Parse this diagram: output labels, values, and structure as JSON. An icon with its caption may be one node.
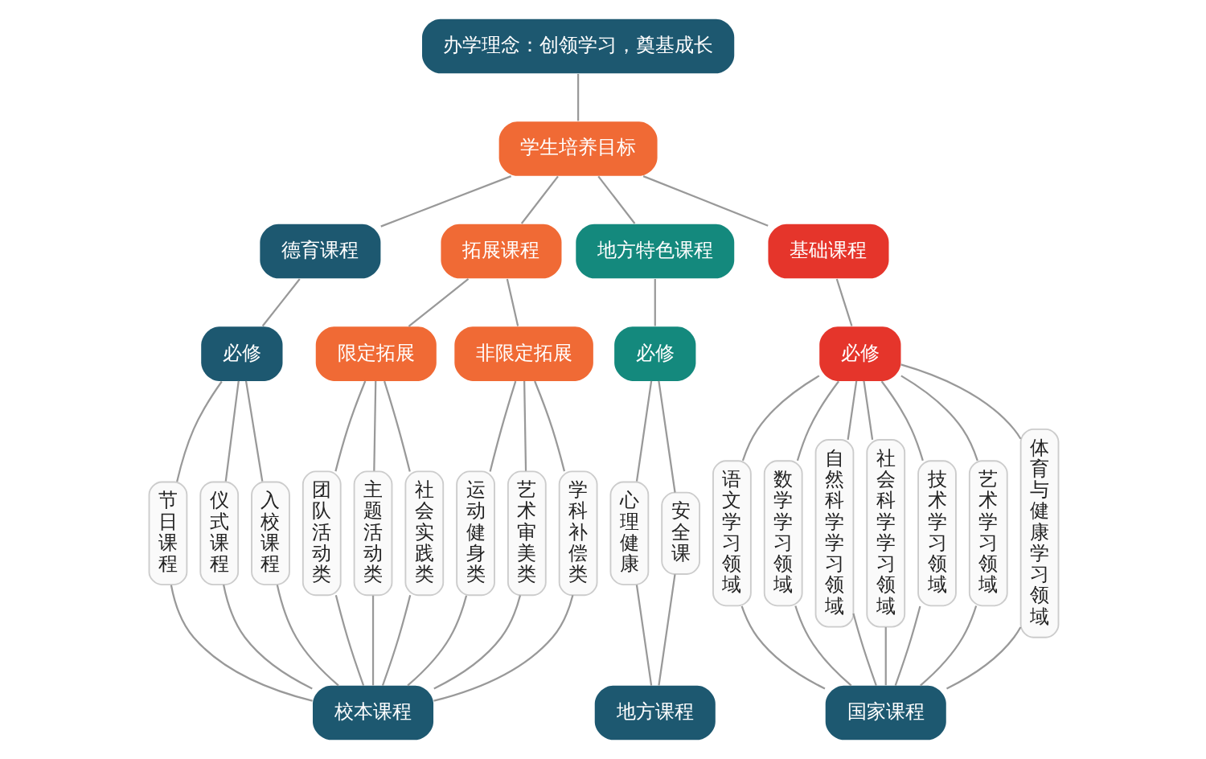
{
  "diagram": {
    "nodes": [
      {
        "text": [
          "办学理念：创领学习，奠基成长"
        ]
      },
      {
        "text": [
          "学生培养目标"
        ]
      },
      {
        "text": [
          "德育课程"
        ]
      },
      {
        "text": [
          "拓展课程"
        ]
      },
      {
        "text": [
          "地方特色课程"
        ]
      },
      {
        "text": [
          "基础课程"
        ]
      },
      {
        "text": [
          "必修"
        ]
      },
      {
        "text": [
          "限定拓展"
        ]
      },
      {
        "text": [
          "非限定拓展"
        ]
      },
      {
        "text": [
          "必修"
        ]
      },
      {
        "text": [
          "必修"
        ]
      },
      {
        "text": [
          "节日课程"
        ]
      },
      {
        "text": [
          "仪式课程"
        ]
      },
      {
        "text": [
          "入校课程"
        ]
      },
      {
        "text": [
          "团队活动类"
        ]
      },
      {
        "text": [
          "主题活动类"
        ]
      },
      {
        "text": [
          "社会实践类"
        ]
      },
      {
        "text": [
          "运动健身类"
        ]
      },
      {
        "text": [
          "艺术审美类"
        ]
      },
      {
        "text": [
          "学科补偿类"
        ]
      },
      {
        "text": [
          "心理健康"
        ]
      },
      {
        "text": [
          "安全课"
        ]
      },
      {
        "text": [
          "语文学习领域"
        ]
      },
      {
        "text": [
          "数学学习领域"
        ]
      },
      {
        "text": [
          "自然科学学习领域"
        ]
      },
      {
        "text": [
          "社会科学学习领域"
        ]
      },
      {
        "text": [
          "技术学习领域"
        ]
      },
      {
        "text": [
          "艺术学习领域"
        ]
      },
      {
        "text": [
          "体育与健康学习领域"
        ]
      },
      {
        "text": [
          "校本课程"
        ]
      },
      {
        "text": [
          "地方课程"
        ]
      },
      {
        "text": [
          "国家课程"
        ]
      }
    ],
    "edges": [
      {
        "from": 0,
        "to": 1,
        "arrow": "none"
      },
      {
        "from": 1,
        "to": 2,
        "arrow": "none"
      },
      {
        "from": 1,
        "to": 3,
        "arrow": "none"
      },
      {
        "from": 1,
        "to": 4,
        "arrow": "none"
      },
      {
        "from": 1,
        "to": 5,
        "arrow": "none"
      },
      {
        "from": 2,
        "to": 6,
        "arrow": "none"
      },
      {
        "from": 3,
        "to": 7,
        "arrow": "none"
      },
      {
        "from": 3,
        "to": 8,
        "arrow": "none"
      },
      {
        "from": 4,
        "to": 9,
        "arrow": "none"
      },
      {
        "from": 5,
        "to": 10,
        "arrow": "none"
      },
      {
        "from": 6,
        "to": 11,
        "arrow": "none"
      },
      {
        "from": 6,
        "to": 12,
        "arrow": "none"
      },
      {
        "from": 6,
        "to": 13,
        "arrow": "none"
      },
      {
        "from": 7,
        "to": 14,
        "arrow": "none"
      },
      {
        "from": 7,
        "to": 15,
        "arrow": "none"
      },
      {
        "from": 7,
        "to": 16,
        "arrow": "none"
      },
      {
        "from": 8,
        "to": 17,
        "arrow": "none"
      },
      {
        "from": 8,
        "to": 18,
        "arrow": "none"
      },
      {
        "from": 8,
        "to": 19,
        "arrow": "none"
      },
      {
        "from": 9,
        "to": 20,
        "arrow": "none"
      },
      {
        "from": 9,
        "to": 21,
        "arrow": "none"
      },
      {
        "from": 10,
        "to": 22,
        "arrow": "none"
      },
      {
        "from": 10,
        "to": 23,
        "arrow": "none"
      },
      {
        "from": 10,
        "to": 24,
        "arrow": "none"
      },
      {
        "from": 10,
        "to": 25,
        "arrow": "none"
      },
      {
        "from": 10,
        "to": 26,
        "arrow": "none"
      },
      {
        "from": 10,
        "to": 27,
        "arrow": "none"
      },
      {
        "from": 10,
        "to": 28,
        "arrow": "none"
      },
      {
        "from": 11,
        "to": 29,
        "arrow": "none"
      },
      {
        "from": 12,
        "to": 29,
        "arrow": "none"
      },
      {
        "from": 13,
        "to": 29,
        "arrow": "none"
      },
      {
        "from": 14,
        "to": 29,
        "arrow": "none"
      },
      {
        "from": 15,
        "to": 29,
        "arrow": "none"
      },
      {
        "from": 16,
        "to": 29,
        "arrow": "none"
      },
      {
        "from": 17,
        "to": 29,
        "arrow": "none"
      },
      {
        "from": 18,
        "to": 29,
        "arrow": "none"
      },
      {
        "from": 19,
        "to": 29,
        "arrow": "none"
      },
      {
        "from": 20,
        "to": 30,
        "arrow": "none"
      },
      {
        "from": 21,
        "to": 30,
        "arrow": "none"
      },
      {
        "from": 22,
        "to": 31,
        "arrow": "none"
      },
      {
        "from": 23,
        "to": 31,
        "arrow": "none"
      },
      {
        "from": 24,
        "to": 31,
        "arrow": "none"
      },
      {
        "from": 25,
        "to": 31,
        "arrow": "none"
      },
      {
        "from": 26,
        "to": 31,
        "arrow": "none"
      },
      {
        "from": 27,
        "to": 31,
        "arrow": "none"
      },
      {
        "from": 28,
        "to": 31,
        "arrow": "none"
      }
    ]
  }
}
